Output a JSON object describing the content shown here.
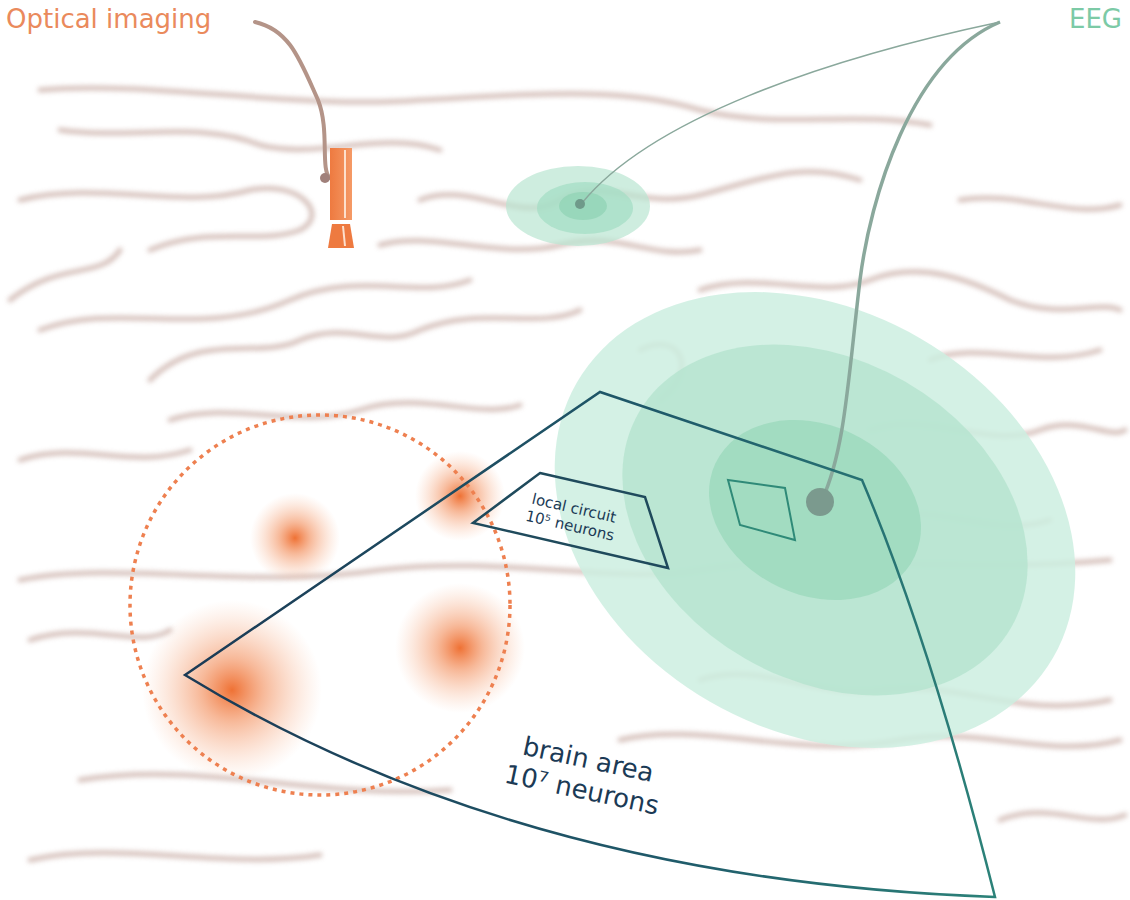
{
  "diagram": {
    "nodes": [
      {
        "text": [
          "brain area 10⁷ neurons"
        ]
      },
      {
        "text": [
          "local circuit 10⁵ neurons"
        ],
        "in": 0
      }
    ],
    "labels": [
      "Optical imaging",
      "EEG"
    ]
  }
}
